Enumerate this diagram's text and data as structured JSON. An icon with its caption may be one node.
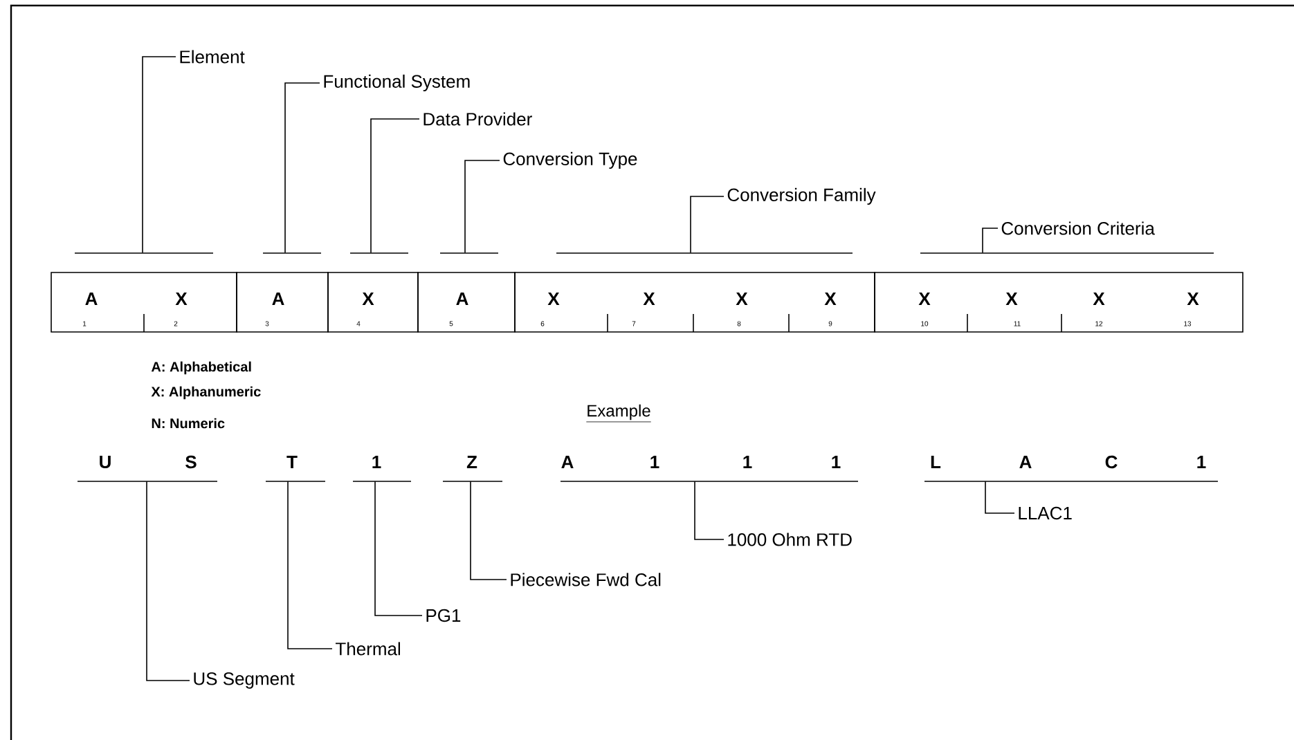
{
  "diagram": {
    "nodes": [
      {
        "text": [
          "Element"
        ]
      },
      {
        "text": [
          "Functional System"
        ]
      },
      {
        "text": [
          "Data Provider"
        ]
      },
      {
        "text": [
          "Conversion Type"
        ]
      },
      {
        "text": [
          "Conversion Family"
        ]
      },
      {
        "text": [
          "Conversion Criteria"
        ]
      },
      {
        "text": [
          "A",
          "X",
          "1",
          "2"
        ]
      },
      {
        "text": [
          "A",
          "3"
        ]
      },
      {
        "text": [
          "X",
          "4"
        ]
      },
      {
        "text": [
          "A",
          "5"
        ]
      },
      {
        "text": [
          "X",
          "X",
          "X",
          "X",
          "6",
          "7",
          "8",
          "9"
        ]
      },
      {
        "text": [
          "X",
          "X",
          "X",
          "X",
          "10",
          "11",
          "12",
          "13"
        ]
      },
      {
        "text": [
          "U",
          "S"
        ]
      },
      {
        "text": [
          "T"
        ]
      },
      {
        "text": [
          "1"
        ]
      },
      {
        "text": [
          "Z"
        ]
      },
      {
        "text": [
          "A",
          "1",
          "1",
          "1"
        ]
      },
      {
        "text": [
          "L",
          "A",
          "C",
          "1"
        ]
      },
      {
        "text": [
          "LLAC1"
        ]
      },
      {
        "text": [
          "1000 Ohm RTD"
        ]
      },
      {
        "text": [
          "Piecewise Fwd Cal"
        ]
      },
      {
        "text": [
          "PG1"
        ]
      },
      {
        "text": [
          "Thermal"
        ]
      },
      {
        "text": [
          "US Segment"
        ]
      }
    ],
    "edges": [
      {
        "from": 0,
        "to": 6,
        "arrow": "none"
      },
      {
        "from": 1,
        "to": 7,
        "arrow": "none"
      },
      {
        "from": 2,
        "to": 8,
        "arrow": "none"
      },
      {
        "from": 3,
        "to": 9,
        "arrow": "none"
      },
      {
        "from": 4,
        "to": 10,
        "arrow": "none"
      },
      {
        "from": 5,
        "to": 11,
        "arrow": "none"
      },
      {
        "from": 18,
        "to": 17,
        "arrow": "none"
      },
      {
        "from": 19,
        "to": 16,
        "arrow": "none"
      },
      {
        "from": 20,
        "to": 15,
        "arrow": "none"
      },
      {
        "from": 21,
        "to": 14,
        "arrow": "none"
      },
      {
        "from": 22,
        "to": 13,
        "arrow": "none"
      },
      {
        "from": 23,
        "to": 12,
        "arrow": "none"
      }
    ],
    "labels": [
      "A: Alphabetical",
      "X: Alphanumeric",
      "N: Numeric",
      "Example"
    ]
  }
}
